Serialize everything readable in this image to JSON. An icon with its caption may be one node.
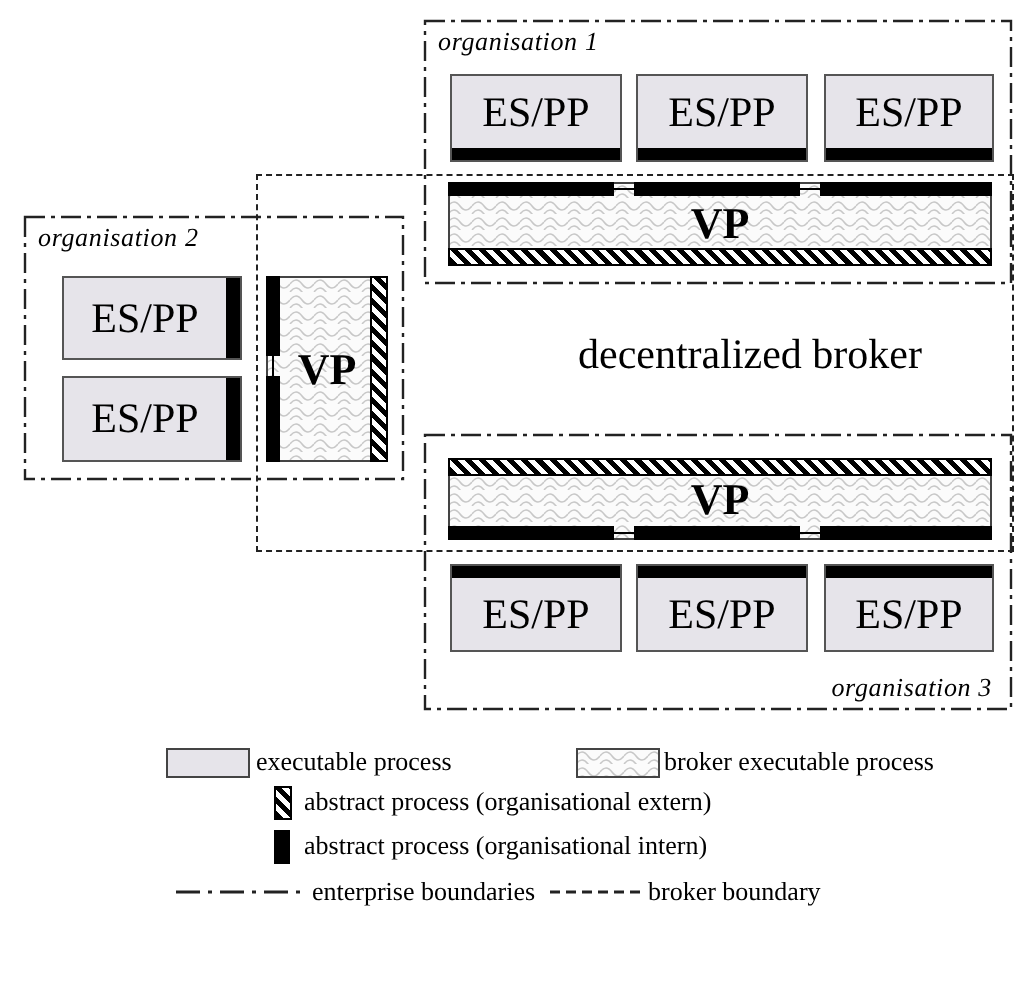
{
  "diagram": {
    "nodes": [
      {
        "text": [
          "organisation 1"
        ]
      },
      {
        "text": [
          "ES/PP"
        ],
        "in": 0
      },
      {
        "text": [
          "ES/PP"
        ],
        "in": 0
      },
      {
        "text": [
          "ES/PP"
        ],
        "in": 0
      },
      {
        "text": [
          "VP"
        ]
      },
      {
        "text": [
          "organisation 2"
        ]
      },
      {
        "text": [
          "ES/PP"
        ],
        "in": 5
      },
      {
        "text": [
          "ES/PP"
        ],
        "in": 5
      },
      {
        "text": [
          "VP"
        ]
      },
      {
        "text": [
          "decentralized broker"
        ]
      },
      {
        "text": [
          "VP"
        ]
      },
      {
        "text": [
          "organisation 3"
        ]
      },
      {
        "text": [
          "ES/PP"
        ],
        "in": 11
      },
      {
        "text": [
          "ES/PP"
        ],
        "in": 11
      },
      {
        "text": [
          "ES/PP"
        ],
        "in": 11
      }
    ],
    "legend": [
      {
        "text": "executable process",
        "color": "#e6e4ea"
      },
      {
        "text": "broker executable process"
      },
      {
        "text": "abstract process (organisational extern)"
      },
      {
        "text": "abstract process (organisational intern)"
      },
      {
        "text": "enterprise boundaries"
      },
      {
        "text": "broker boundary"
      }
    ]
  }
}
